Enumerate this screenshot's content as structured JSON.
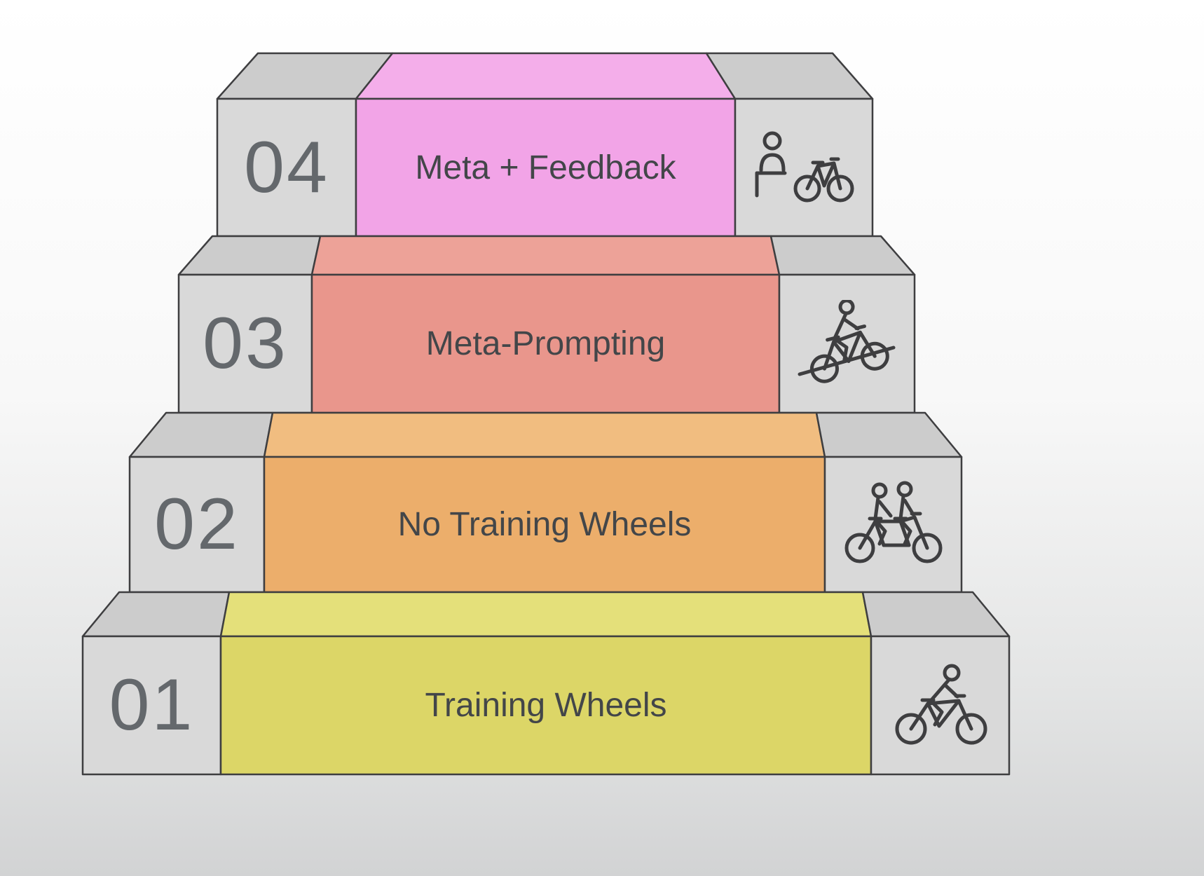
{
  "colors": {
    "outline": "#3e3e40",
    "gray_front": "#d9d9d9",
    "gray_top": "#cccccc",
    "number_color": "#64686c",
    "label_color": "#434649",
    "bg_top": "#ffffff",
    "bg_bottom": "#d2d3d4"
  },
  "steps": [
    {
      "number": "01",
      "label": "Training Wheels",
      "front_color": "#dcd667",
      "top_color": "#e4e07a",
      "icon": "cyclist-icon"
    },
    {
      "number": "02",
      "label": "No Training Wheels",
      "front_color": "#ecae6b",
      "top_color": "#f1bd80",
      "icon": "tandem-cyclists-icon"
    },
    {
      "number": "03",
      "label": "Meta-Prompting",
      "front_color": "#e9968c",
      "top_color": "#eda298",
      "icon": "uphill-cyclist-icon"
    },
    {
      "number": "04",
      "label": "Meta + Feedback",
      "front_color": "#f2a4e7",
      "top_color": "#f4aeea",
      "icon": "person-with-bicycle-icon"
    }
  ]
}
